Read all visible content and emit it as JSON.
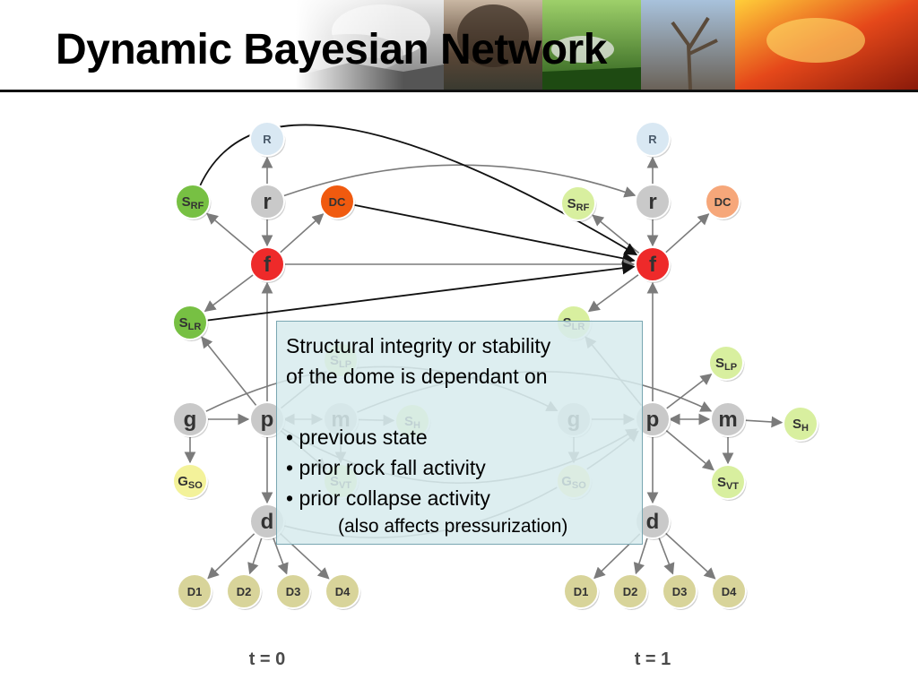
{
  "slide": {
    "title": "Dynamic Bayesian Network"
  },
  "photo_strip": {
    "tiles": [
      {
        "name": "cloud-photo",
        "color": "#9a9a9a"
      },
      {
        "name": "ash-plume-photo",
        "color": "#6b5d52"
      },
      {
        "name": "forest-photo",
        "color": "#3f7a2a"
      },
      {
        "name": "dead-tree-photo",
        "color": "#7d8fa4"
      },
      {
        "name": "lava-photo",
        "color": "#e0561a"
      }
    ]
  },
  "diagram": {
    "slices": [
      {
        "time_label": "t = 0",
        "nodes": [
          {
            "id": "R",
            "label": "R",
            "sub": "",
            "color": "#d9e8f3"
          },
          {
            "id": "r",
            "label": "r",
            "sub": "",
            "color": "#c9c9c9"
          },
          {
            "id": "SRF",
            "label": "S",
            "sub": "RF",
            "color": "#77c043"
          },
          {
            "id": "DC",
            "label": "DC",
            "sub": "",
            "color": "#f05a0f"
          },
          {
            "id": "f",
            "label": "f",
            "sub": "",
            "color": "#ee2a2a"
          },
          {
            "id": "SLR",
            "label": "S",
            "sub": "LR",
            "color": "#77c043"
          },
          {
            "id": "SLP",
            "label": "S",
            "sub": "LP",
            "color": "#dcee9d"
          },
          {
            "id": "g",
            "label": "g",
            "sub": "",
            "color": "#c9c9c9"
          },
          {
            "id": "p",
            "label": "p",
            "sub": "",
            "color": "#c9c9c9"
          },
          {
            "id": "m",
            "label": "m",
            "sub": "",
            "color": "#c9c9c9"
          },
          {
            "id": "SH",
            "label": "S",
            "sub": "H",
            "color": "#dcee9d"
          },
          {
            "id": "GSO",
            "label": "G",
            "sub": "SO",
            "color": "#f3f29a"
          },
          {
            "id": "SVT",
            "label": "S",
            "sub": "VT",
            "color": "#dcee9d"
          },
          {
            "id": "d",
            "label": "d",
            "sub": "",
            "color": "#c9c9c9"
          },
          {
            "id": "D1",
            "label": "D1",
            "sub": "",
            "color": "#d8d49a"
          },
          {
            "id": "D2",
            "label": "D2",
            "sub": "",
            "color": "#d8d49a"
          },
          {
            "id": "D3",
            "label": "D3",
            "sub": "",
            "color": "#d8d49a"
          },
          {
            "id": "D4",
            "label": "D4",
            "sub": "",
            "color": "#d8d49a"
          }
        ]
      },
      {
        "time_label": "t = 1",
        "nodes": [
          {
            "id": "R",
            "label": "R",
            "sub": "",
            "color": "#d9e8f3"
          },
          {
            "id": "r",
            "label": "r",
            "sub": "",
            "color": "#c9c9c9"
          },
          {
            "id": "SRF",
            "label": "S",
            "sub": "RF",
            "color": "#d8ef9f"
          },
          {
            "id": "DC",
            "label": "DC",
            "sub": "",
            "color": "#f6a77a"
          },
          {
            "id": "f",
            "label": "f",
            "sub": "",
            "color": "#ee2a2a"
          },
          {
            "id": "SLR",
            "label": "S",
            "sub": "LR",
            "color": "#d8ef9f"
          },
          {
            "id": "SLP",
            "label": "S",
            "sub": "LP",
            "color": "#d8ef9f"
          },
          {
            "id": "g",
            "label": "g",
            "sub": "",
            "color": "#c9c9c9"
          },
          {
            "id": "p",
            "label": "p",
            "sub": "",
            "color": "#c9c9c9"
          },
          {
            "id": "m",
            "label": "m",
            "sub": "",
            "color": "#c9c9c9"
          },
          {
            "id": "SH",
            "label": "S",
            "sub": "H",
            "color": "#d8ef9f"
          },
          {
            "id": "GSO",
            "label": "G",
            "sub": "SO",
            "color": "#f3f29a"
          },
          {
            "id": "SVT",
            "label": "S",
            "sub": "VT",
            "color": "#d8ef9f"
          },
          {
            "id": "d",
            "label": "d",
            "sub": "",
            "color": "#c9c9c9"
          },
          {
            "id": "D1",
            "label": "D1",
            "sub": "",
            "color": "#d8d49a"
          },
          {
            "id": "D2",
            "label": "D2",
            "sub": "",
            "color": "#d8d49a"
          },
          {
            "id": "D3",
            "label": "D3",
            "sub": "",
            "color": "#d8d49a"
          },
          {
            "id": "D4",
            "label": "D4",
            "sub": "",
            "color": "#d8d49a"
          }
        ]
      }
    ],
    "intra_edges": [
      [
        "r",
        "R"
      ],
      [
        "r",
        "f"
      ],
      [
        "f",
        "SRF"
      ],
      [
        "f",
        "DC"
      ],
      [
        "f",
        "SLR"
      ],
      [
        "p",
        "f"
      ],
      [
        "p",
        "SLR"
      ],
      [
        "p",
        "SLP"
      ],
      [
        "g",
        "p"
      ],
      [
        "g",
        "GSO"
      ],
      [
        "m",
        "p"
      ],
      [
        "p",
        "m"
      ],
      [
        "m",
        "SH"
      ],
      [
        "m",
        "SVT"
      ],
      [
        "p",
        "SVT"
      ],
      [
        "p",
        "d"
      ],
      [
        "d",
        "D1"
      ],
      [
        "d",
        "D2"
      ],
      [
        "d",
        "D3"
      ],
      [
        "d",
        "D4"
      ]
    ],
    "inter_edges_dark": [
      [
        "SRF",
        "f"
      ],
      [
        "DC",
        "f"
      ],
      [
        "f",
        "f"
      ],
      [
        "SLR",
        "f"
      ]
    ],
    "inter_edges_gray": [
      [
        "r",
        "r"
      ],
      [
        "g",
        "g"
      ],
      [
        "d",
        "p"
      ],
      [
        "p",
        "p"
      ],
      [
        "m",
        "m"
      ]
    ]
  },
  "callout": {
    "line1": "Structural integrity or stability",
    "line2": "of the dome is dependant on",
    "bullet1": "• previous state",
    "bullet2": "• prior rock fall activity",
    "bullet3": "• prior collapse activity",
    "note": "(also affects pressurization)"
  }
}
